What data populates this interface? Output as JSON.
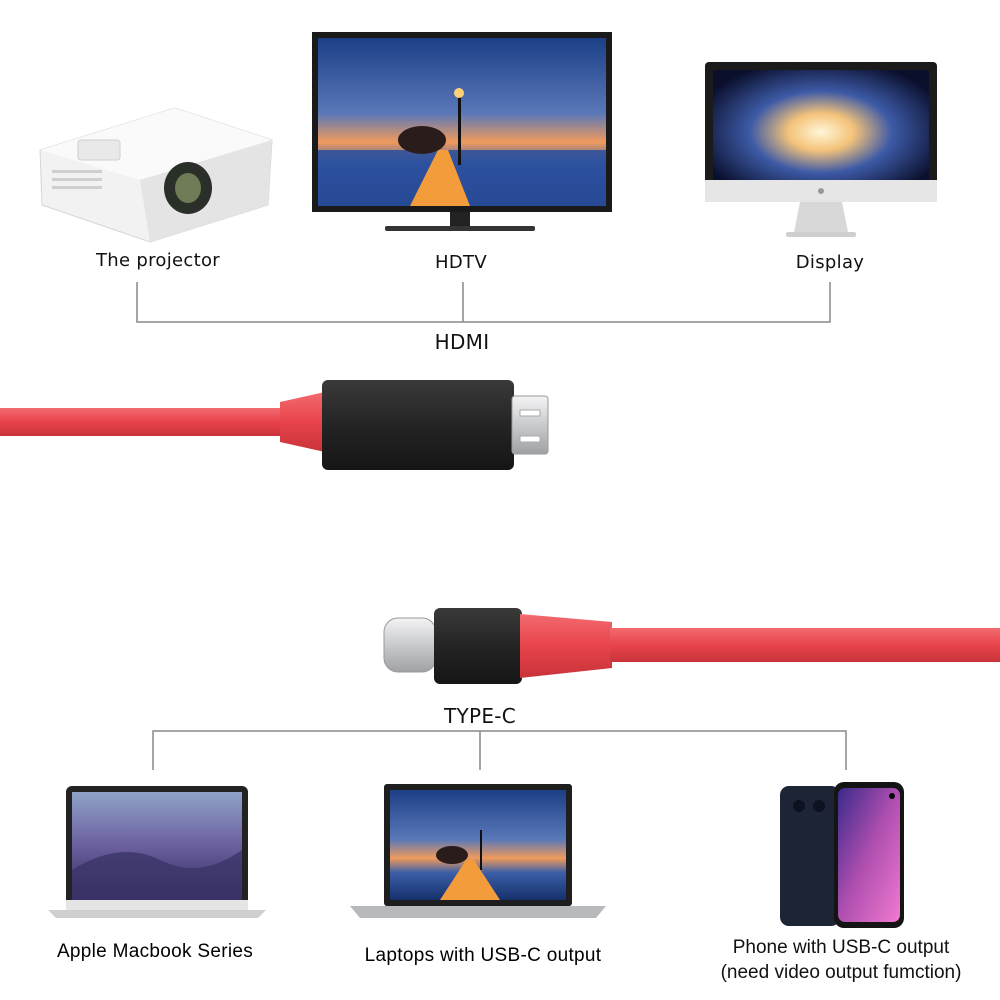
{
  "hdmi_side": {
    "devices": [
      {
        "label": "The projector"
      },
      {
        "label": "HDTV"
      },
      {
        "label": "Display"
      }
    ],
    "connector_label": "HDMI"
  },
  "typec_side": {
    "connector_label": "TYPE-C",
    "devices": [
      {
        "label": "Apple Macbook Series"
      },
      {
        "label": "Laptops with USB-C output"
      },
      {
        "label_line1": "Phone with USB-C output",
        "label_line2": "(need video output fumction)"
      }
    ]
  },
  "colors": {
    "cable": "#e8434a",
    "connector_body": "#2b2b2b",
    "metal": "#d9dadc",
    "line": "#888888"
  }
}
